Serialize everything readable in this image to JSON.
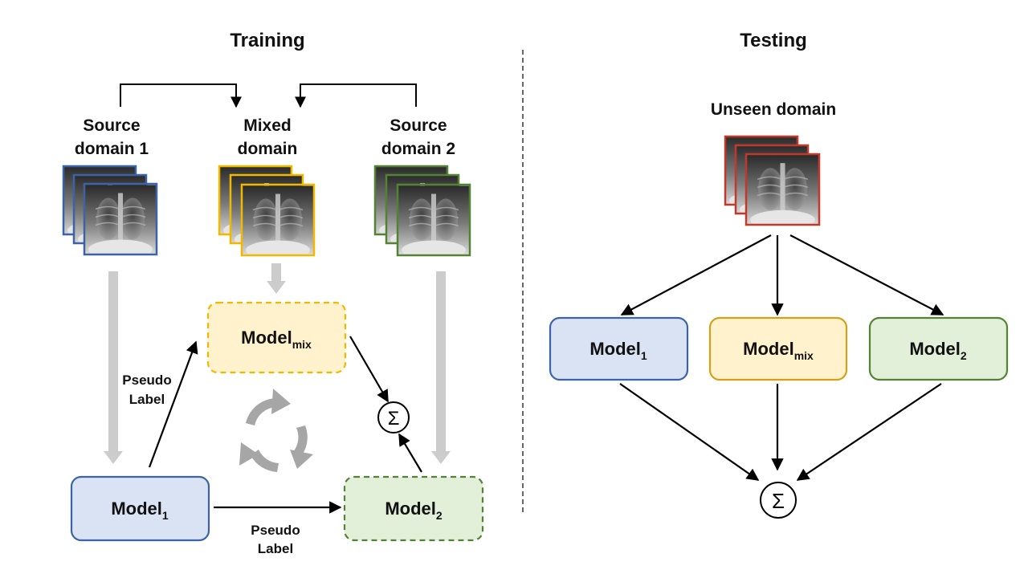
{
  "training": {
    "title": "Training",
    "source1": {
      "line1": "Source",
      "line2": "domain 1"
    },
    "mixed": {
      "line1": "Mixed",
      "line2": "domain"
    },
    "source2": {
      "line1": "Source",
      "line2": "domain 2"
    },
    "models": {
      "m1": {
        "base": "Model",
        "sub": "1"
      },
      "mix": {
        "base": "Model",
        "sub": "mix"
      },
      "m2": {
        "base": "Model",
        "sub": "2"
      }
    },
    "pseudo_label_1": {
      "line1": "Pseudo",
      "line2": "Label"
    },
    "pseudo_label_2": {
      "line1": "Pseudo",
      "line2": "Label"
    },
    "sum_symbol": "Σ"
  },
  "testing": {
    "title": "Testing",
    "unseen": "Unseen domain",
    "models": {
      "m1": {
        "base": "Model",
        "sub": "1"
      },
      "mix": {
        "base": "Model",
        "sub": "mix"
      },
      "m2": {
        "base": "Model",
        "sub": "2"
      }
    },
    "sum_symbol": "Σ"
  },
  "colors": {
    "blue_border": "#3c63a6",
    "blue_fill": "#dae3f3",
    "yellow_border": "#d4a017",
    "yellow_fill": "#fff2cc",
    "green_border": "#548235",
    "green_fill": "#e2f0d9",
    "red_border": "#c0392b",
    "gray_arrow": "#cccccc",
    "cycle_gray": "#a6a6a6"
  }
}
